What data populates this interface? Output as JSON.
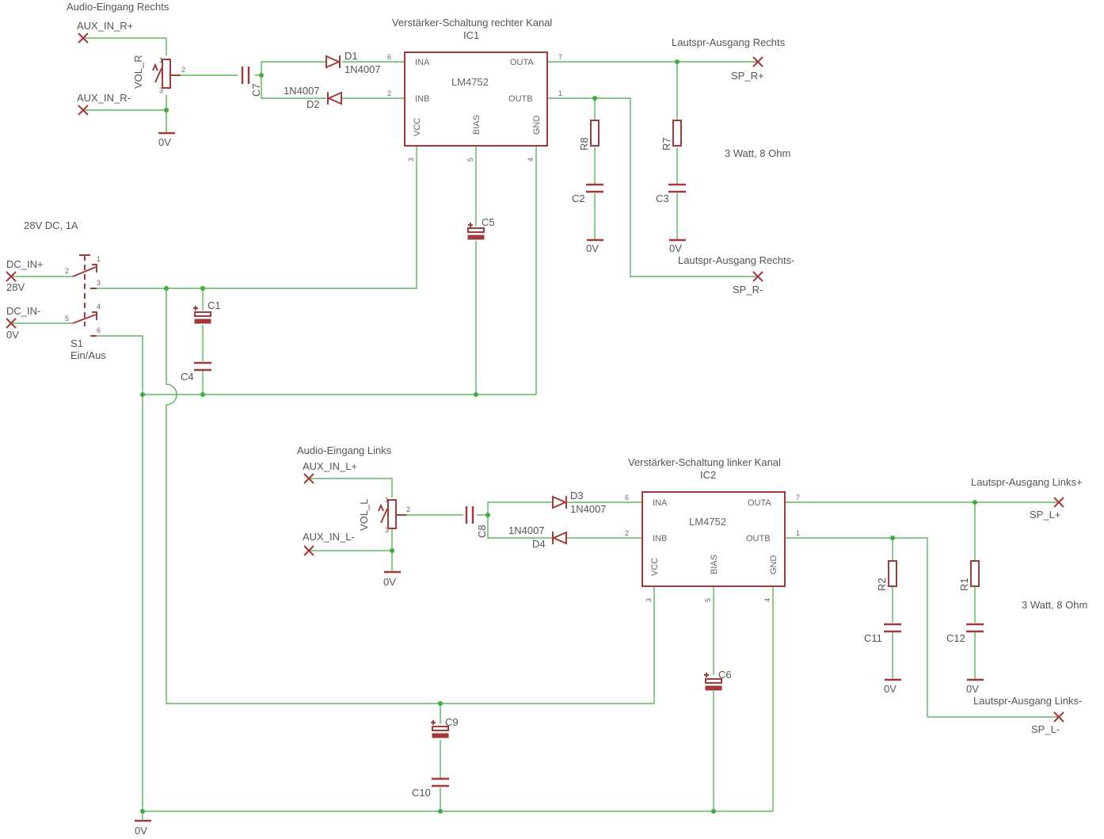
{
  "right_channel": {
    "input_title": "Audio-Eingang Rechts",
    "aux_plus": "AUX_IN_R+",
    "aux_minus": "AUX_IN_R-",
    "pot_name": "VOL_R",
    "pot_pins": [
      "1",
      "2",
      "3"
    ],
    "pot_ground": "0V",
    "cap_in": "C7",
    "d1": "D1",
    "d1_type": "1N4007",
    "d2": "D2",
    "d2_type": "1N4007",
    "amp_title": "Verstärker-Schaltung rechter Kanal",
    "ic_ref": "IC1",
    "ic_type": "LM4752",
    "pins": {
      "ina": "INA",
      "inb": "INB",
      "outa": "OUTA",
      "outb": "OUTB",
      "vcc": "VCC",
      "bias": "BIAS",
      "gnd": "GND"
    },
    "pin_numbers": {
      "ina": "6",
      "inb": "2",
      "outa": "7",
      "outb": "1",
      "vcc": "3",
      "bias": "5",
      "gnd": "4"
    },
    "r8": "R8",
    "c2": "C2",
    "r8_ground": "0V",
    "r7": "R7",
    "c3": "C3",
    "r7_ground": "0V",
    "c5": "C5",
    "speaker_plus_title": "Lautspr-Ausgang Rechts",
    "speaker_plus": "SP_R+",
    "speaker_minus_title": "Lautspr-Ausgang Rechts-",
    "speaker_minus": "SP_R-",
    "power_note": "3 Watt, 8 Ohm"
  },
  "supply": {
    "title": "28V DC, 1A",
    "dc_plus": "DC_IN+",
    "dc_plus_value": "28V",
    "dc_minus": "DC_IN-",
    "dc_minus_value": "0V",
    "switch_ref": "S1",
    "switch_label": "Ein/Aus",
    "switch_pins": [
      "1",
      "2",
      "3",
      "4",
      "5",
      "6"
    ],
    "c1": "C1",
    "c4": "C4",
    "c9": "C9",
    "c10": "C10",
    "ground": "0V"
  },
  "left_channel": {
    "input_title": "Audio-Eingang Links",
    "aux_plus": "AUX_IN_L+",
    "aux_minus": "AUX_IN_L-",
    "pot_name": "VOL_L",
    "pot_pins": [
      "1",
      "2",
      "3"
    ],
    "pot_ground": "0V",
    "cap_in": "C8",
    "d3": "D3",
    "d3_type": "1N4007",
    "d4": "D4",
    "d4_type": "1N4007",
    "amp_title": "Verstärker-Schaltung linker Kanal",
    "ic_ref": "IC2",
    "ic_type": "LM4752",
    "pins": {
      "ina": "INA",
      "inb": "INB",
      "outa": "OUTA",
      "outb": "OUTB",
      "vcc": "VCC",
      "bias": "BIAS",
      "gnd": "GND"
    },
    "pin_numbers": {
      "ina": "6",
      "inb": "2",
      "outa": "7",
      "outb": "1",
      "vcc": "3",
      "bias": "5",
      "gnd": "4"
    },
    "r2": "R2",
    "c11": "C11",
    "r2_ground": "0V",
    "r1": "R1",
    "c12": "C12",
    "r1_ground": "0V",
    "c6": "C6",
    "speaker_plus_title": "Lautspr-Ausgang Links+",
    "speaker_plus": "SP_L+",
    "speaker_minus_title": "Lautspr-Ausgang Links-",
    "speaker_minus": "SP_L-",
    "power_note": "3 Watt, 8 Ohm"
  },
  "colors": {
    "wire": "#3faa3f",
    "symbol": "#a23a3a",
    "text": "#555555"
  }
}
